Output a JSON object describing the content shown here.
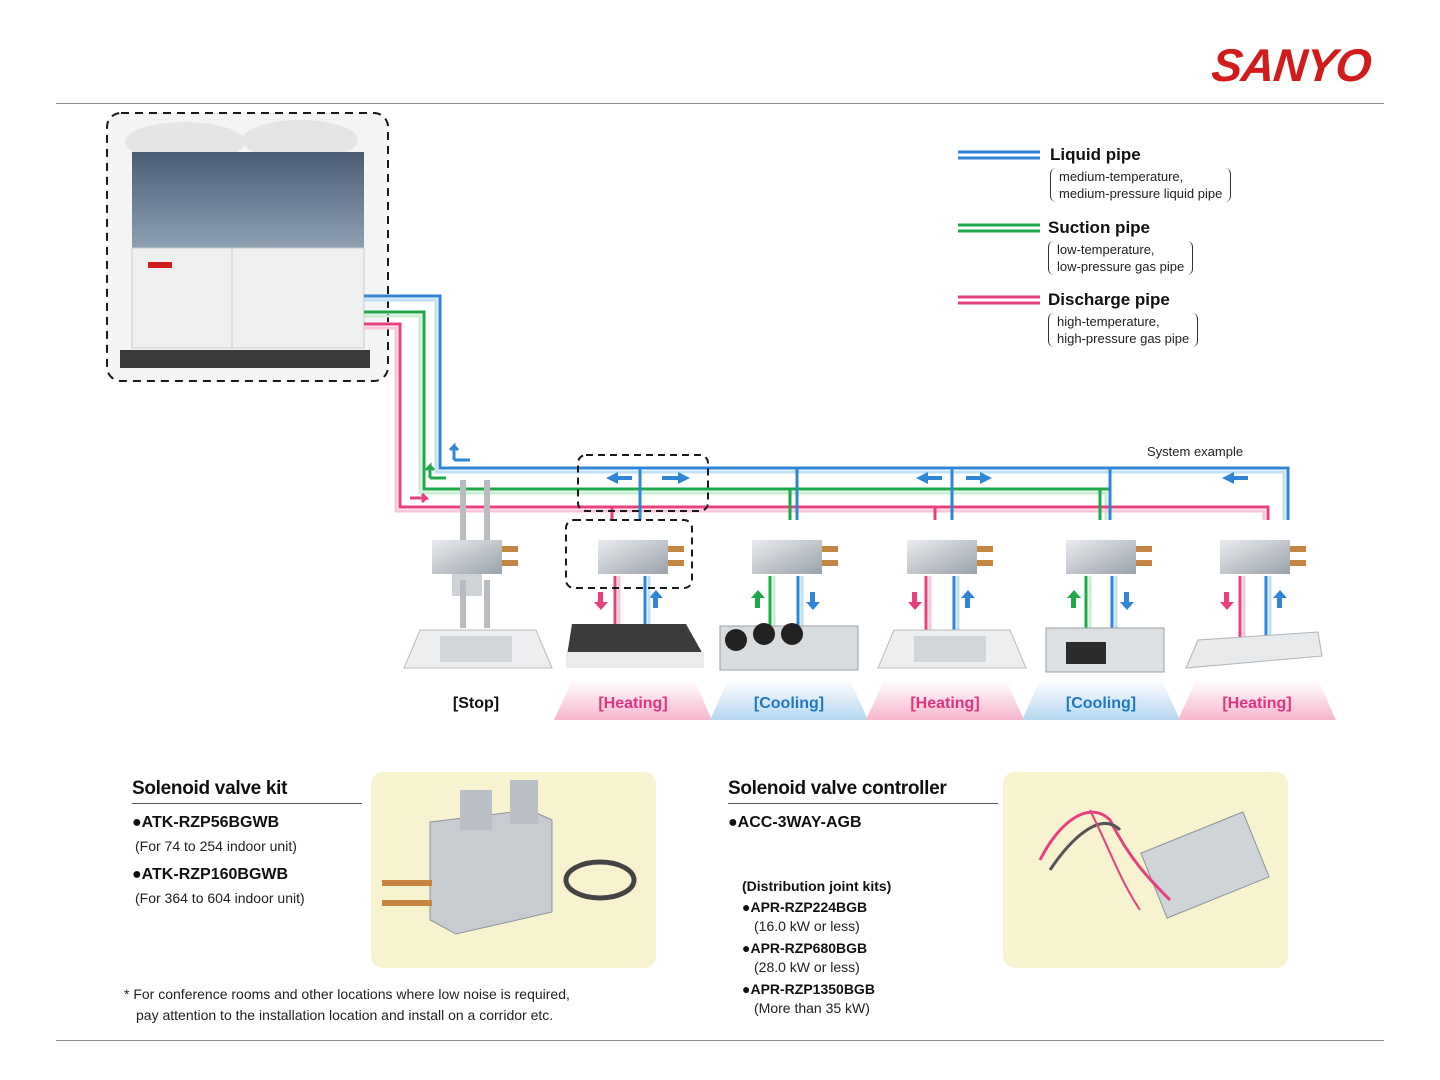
{
  "brand": {
    "logo": "SANYO",
    "logo_color": "#d21c1c"
  },
  "legend": [
    {
      "title": "Liquid pipe",
      "desc1": "medium-temperature,",
      "desc2": "medium-pressure liquid pipe",
      "color": "#2f86d6"
    },
    {
      "title": "Suction pipe",
      "desc1": "low-temperature,",
      "desc2": "low-pressure gas pipe",
      "color": "#1ea84a"
    },
    {
      "title": "Discharge pipe",
      "desc1": "high-temperature,",
      "desc2": "high-pressure gas pipe",
      "color": "#e8407e"
    }
  ],
  "system_example": "System example",
  "modes": [
    "[Stop]",
    "[Heating]",
    "[Cooling]",
    "[Heating]",
    "[Cooling]",
    "[Heating]"
  ],
  "solenoid_kit": {
    "title": "Solenoid valve kit",
    "models": [
      {
        "model": "●ATK-RZP56BGWB",
        "range": "(For 74 to 254 indoor unit)"
      },
      {
        "model": "●ATK-RZP160BGWB",
        "range": "(For 364 to 604 indoor unit)"
      }
    ]
  },
  "solenoid_controller": {
    "title": "Solenoid valve controller",
    "model": "●ACC-3WAY-AGB"
  },
  "distribution_joint_kits": {
    "title": "(Distribution joint kits)",
    "items": [
      {
        "model": "●APR-RZP224BGB",
        "capacity": "(16.0 kW or less)"
      },
      {
        "model": "●APR-RZP680BGB",
        "capacity": "(28.0 kW or less)"
      },
      {
        "model": "●APR-RZP1350BGB",
        "capacity": "(More than 35 kW)"
      }
    ]
  },
  "note": {
    "line1": "* For conference rooms and other locations where low noise is required,",
    "line2": "pay attention to the installation location and install on a corridor etc."
  },
  "colors": {
    "heating": "#e0347e",
    "cooling": "#1f77c8",
    "photo_background": "#f8f3cf"
  }
}
